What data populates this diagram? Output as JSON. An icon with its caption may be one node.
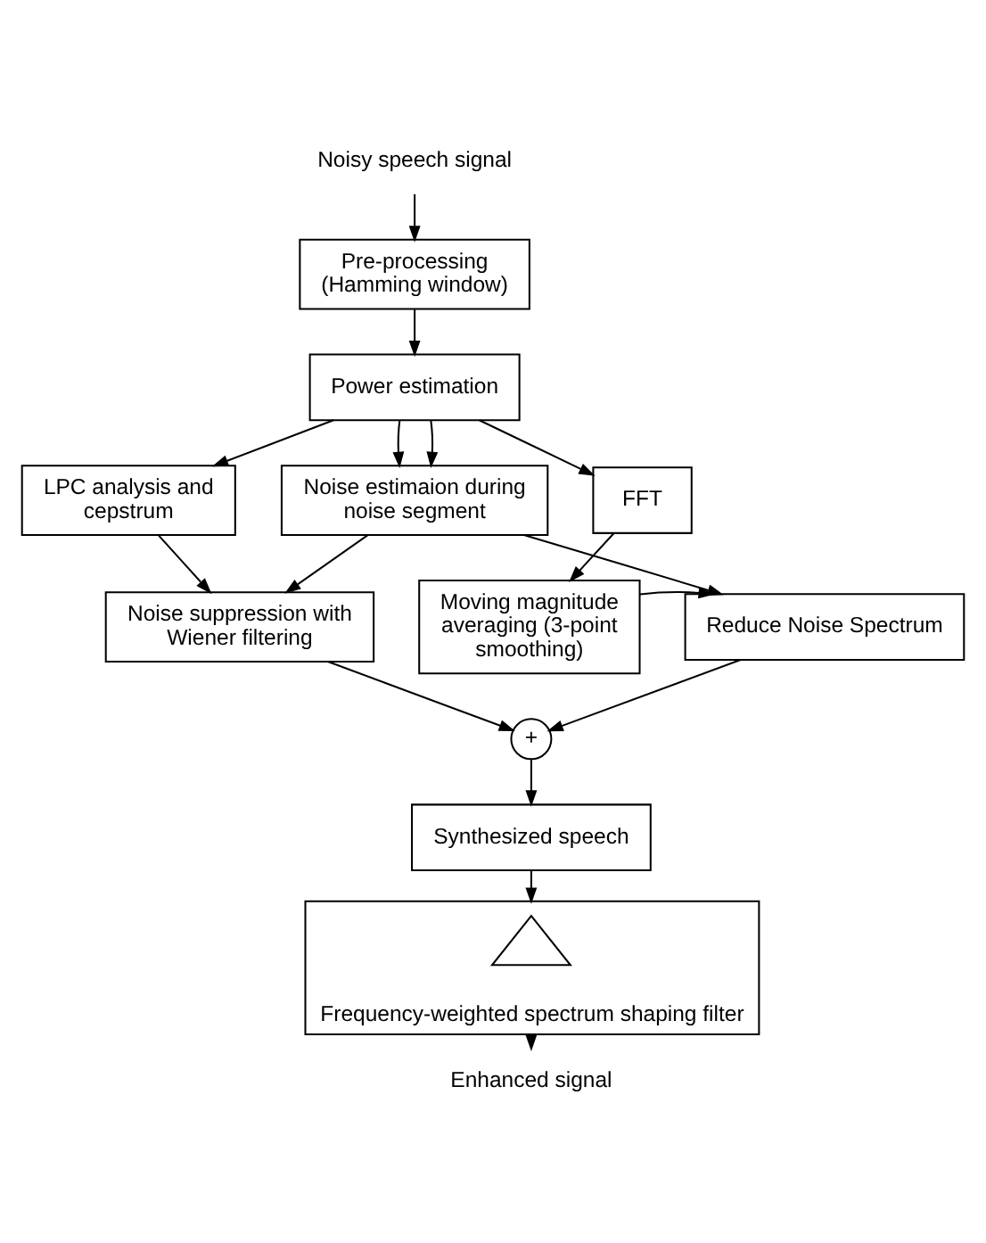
{
  "diagram": {
    "nodes": [
      {
        "text": [
          "Noisy speech signal"
        ]
      },
      {
        "text": [
          "Pre-processing (Hamming window)"
        ]
      },
      {
        "text": [
          "Power estimation"
        ]
      },
      {
        "text": [
          "FFT"
        ]
      },
      {
        "text": [
          "LPC analysis and cepstrum"
        ]
      },
      {
        "text": [
          "Noise estimaion during noise segment"
        ]
      },
      {
        "text": [
          "Moving magnitude averaging (3-point smoothing)"
        ]
      },
      {
        "text": [
          "Noise suppression with Wiener filtering"
        ]
      },
      {
        "text": [
          "Reduce Noise Spectrum"
        ]
      },
      {
        "text": [
          "+"
        ]
      },
      {
        "text": [
          "Synthesized speech"
        ]
      },
      {
        "text": [
          "Frequency-weighted spectrum shaping filter"
        ]
      },
      {
        "text": [],
        "shape": "picture",
        "in": 11
      },
      {
        "text": [
          "Enhanced signal"
        ]
      }
    ],
    "edges": [
      {
        "from": 0,
        "to": 1,
        "arrow": "to"
      },
      {
        "from": 1,
        "to": 2,
        "arrow": "to"
      },
      {
        "from": 2,
        "to": 3,
        "arrow": "to"
      },
      {
        "from": 2,
        "to": 4,
        "arrow": "to"
      },
      {
        "from": 2,
        "to": 5,
        "arrow": "to"
      },
      {
        "from": 2,
        "to": 5,
        "arrow": "to"
      },
      {
        "from": 3,
        "to": 6,
        "arrow": "to"
      },
      {
        "from": 4,
        "to": 7,
        "arrow": "to"
      },
      {
        "from": 5,
        "to": 7,
        "arrow": "to"
      },
      {
        "from": 5,
        "to": 8,
        "arrow": "to"
      },
      {
        "from": 6,
        "to": 8,
        "arrow": "to"
      },
      {
        "from": 7,
        "to": 9,
        "arrow": "to"
      },
      {
        "from": 8,
        "to": 9,
        "arrow": "to"
      },
      {
        "from": 9,
        "to": 10,
        "arrow": "to"
      },
      {
        "from": 10,
        "to": 11,
        "arrow": "to"
      },
      {
        "from": 11,
        "to": 13,
        "arrow": "to"
      }
    ]
  }
}
